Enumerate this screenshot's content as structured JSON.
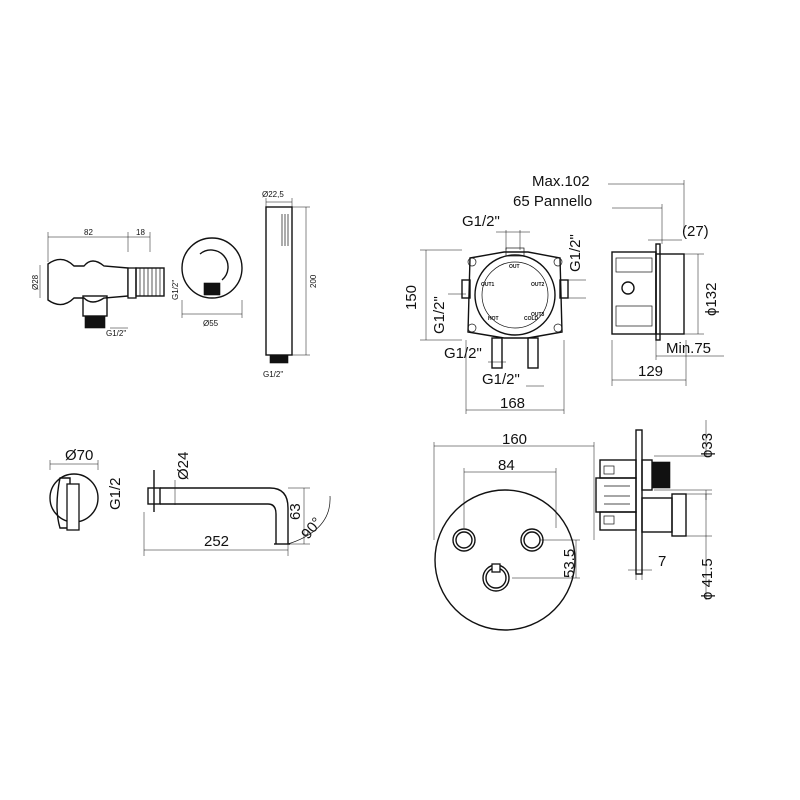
{
  "colors": {
    "line": "#111111",
    "background": "#ffffff"
  },
  "shower_outlet": {
    "dim_length": "82",
    "dim_depth": "18",
    "dim_diameter": "Ø28",
    "dim_thread_side": "G1/2\"",
    "dim_thread_bottom": "G1/2\""
  },
  "wall_elbow": {
    "dim_thread": "G1/2\"",
    "dim_diameter": "Ø55"
  },
  "hand_shower": {
    "dim_diameter": "Ø22,5",
    "dim_length": "200",
    "dim_thread": "G1/2\""
  },
  "spout": {
    "dim_rosette": "Ø70",
    "dim_pipe": "Ø24",
    "dim_thread": "G1/2",
    "dim_length": "252",
    "dim_height": "63",
    "dim_angle": "90°"
  },
  "concealed_body": {
    "dim_height": "150",
    "dim_thread_top": "G1/2\"",
    "dim_thread_right": "G1/2\"",
    "dim_thread_left": "G1/2\"",
    "dim_thread_bottom_1": "G1/2\"",
    "dim_thread_bottom_2": "G1/2\"",
    "dim_width": "168",
    "port_labels": [
      "OUT",
      "OUT1",
      "OUT2",
      "OUT3",
      "HOT",
      "COLD"
    ]
  },
  "concealed_side": {
    "dim_max": "Max.102",
    "dim_panel": "65 Pannello",
    "dim_27": "(27)",
    "dim_diameter": "ϕ132",
    "dim_min": "Min.75",
    "dim_depth": "129"
  },
  "trim_plate": {
    "dim_diameter": "160",
    "dim_spacing": "84",
    "dim_offset": "53.5"
  },
  "trim_section": {
    "dim_33": "ϕ33",
    "dim_7": "7",
    "dim_41": "ϕ 41.5"
  }
}
